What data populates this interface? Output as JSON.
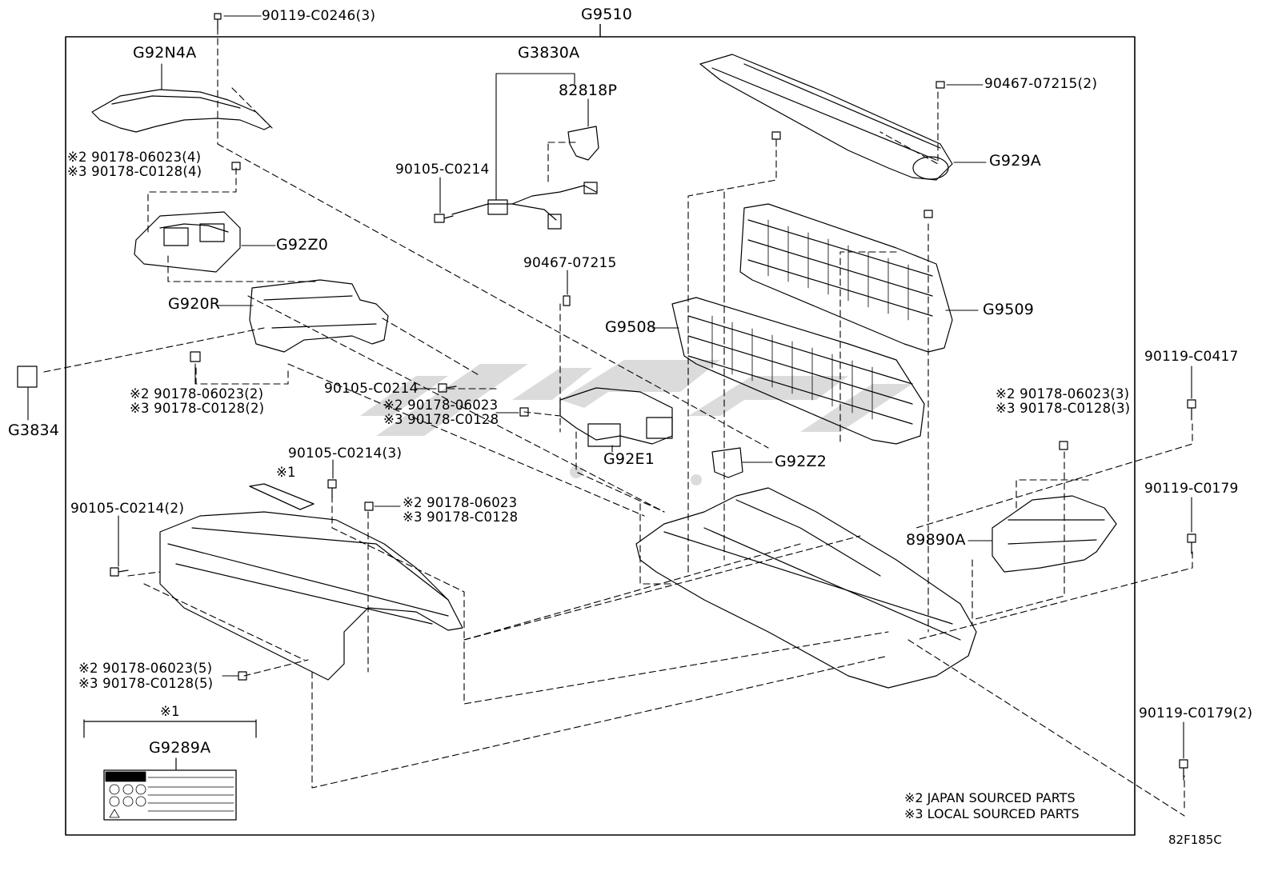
{
  "diagram": {
    "assembly_label": "G9510",
    "figure_ref": "82F185C",
    "watermark_text": "",
    "parts": [
      {
        "id": "p1",
        "text": "90119-C0246(3)"
      },
      {
        "id": "p2",
        "text": "G92N4A"
      },
      {
        "id": "p3",
        "text": "G3830A"
      },
      {
        "id": "p4",
        "text": "82818P"
      },
      {
        "id": "p5",
        "text": "90467-07215(2)"
      },
      {
        "id": "p6",
        "text": "G929A"
      },
      {
        "id": "p7a",
        "text": "※2 90178-06023(4)"
      },
      {
        "id": "p7b",
        "text": "※3 90178-C0128(4)"
      },
      {
        "id": "p8",
        "text": "90105-C0214"
      },
      {
        "id": "p9",
        "text": "G92Z0"
      },
      {
        "id": "p10",
        "text": "90467-07215"
      },
      {
        "id": "p11",
        "text": "G920R"
      },
      {
        "id": "p12",
        "text": "G9508"
      },
      {
        "id": "p13",
        "text": "G9509"
      },
      {
        "id": "p14",
        "text": "90119-C0417"
      },
      {
        "id": "p15",
        "text": "G3834"
      },
      {
        "id": "p16a",
        "text": "※2 90178-06023(2)"
      },
      {
        "id": "p16b",
        "text": "※3 90178-C0128(2)"
      },
      {
        "id": "p17",
        "text": "90105-C0214"
      },
      {
        "id": "p18a",
        "text": "※2 90178-06023"
      },
      {
        "id": "p18b",
        "text": "※3 90178-C0128"
      },
      {
        "id": "p19a",
        "text": "※2 90178-06023(3)"
      },
      {
        "id": "p19b",
        "text": "※3 90178-C0128(3)"
      },
      {
        "id": "p20",
        "text": "G92E1"
      },
      {
        "id": "p21",
        "text": "G92Z2"
      },
      {
        "id": "p22",
        "text": "90105-C0214(3)"
      },
      {
        "id": "p23",
        "text": "※1"
      },
      {
        "id": "p24",
        "text": "90119-C0179"
      },
      {
        "id": "p25",
        "text": "90105-C0214(2)"
      },
      {
        "id": "p26a",
        "text": "※2 90178-06023"
      },
      {
        "id": "p26b",
        "text": "※3 90178-C0128"
      },
      {
        "id": "p27",
        "text": "89890A"
      },
      {
        "id": "p28a",
        "text": "※2 90178-06023(5)"
      },
      {
        "id": "p28b",
        "text": "※3 90178-C0128(5)"
      },
      {
        "id": "p29",
        "text": "※1"
      },
      {
        "id": "p30",
        "text": "G9289A"
      },
      {
        "id": "p31",
        "text": "90119-C0179(2)"
      }
    ],
    "legend": [
      "※2 JAPAN SOURCED PARTS",
      "※3 LOCAL SOURCED PARTS"
    ]
  }
}
